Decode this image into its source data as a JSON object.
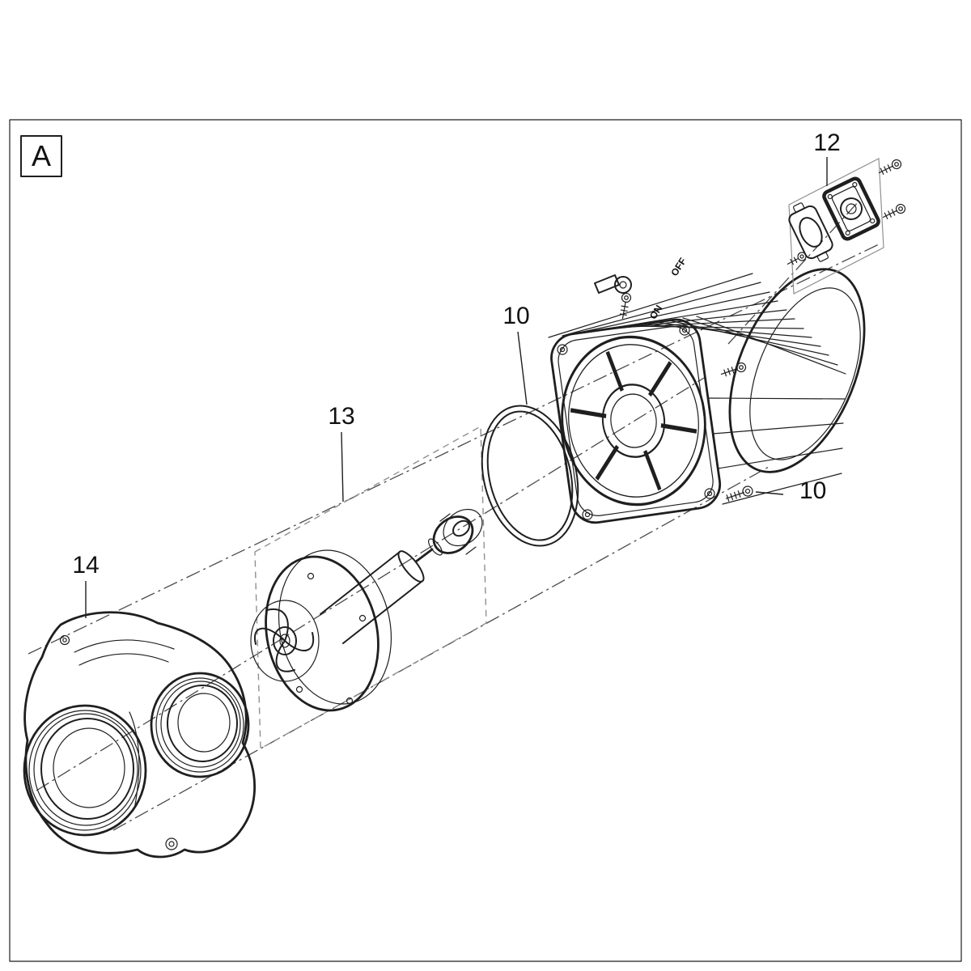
{
  "page": {
    "background": "#ffffff",
    "line_color": "#1f1f1f"
  },
  "diagram": {
    "view_label": "A",
    "part_labels": {
      "connector": "12",
      "oring": "10",
      "rotor": "13",
      "screw": "10",
      "housing": "14"
    },
    "part_markings": {
      "switch_off": "OFF",
      "switch_on": "ON"
    }
  }
}
